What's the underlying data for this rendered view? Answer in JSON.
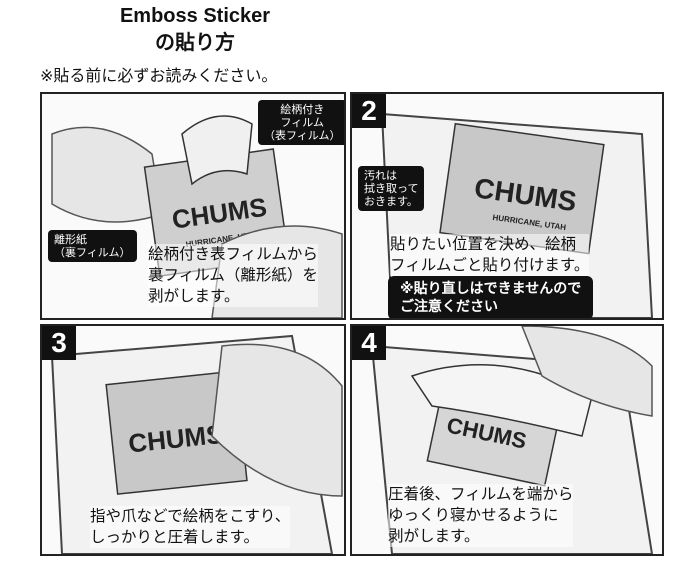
{
  "header": {
    "title": "Emboss Sticker",
    "subtitle": "の貼り方",
    "notice": "※貼る前に必ずお読みください。"
  },
  "colors": {
    "ink": "#111111",
    "panel_bg": "#fafafa",
    "sticker_gray": "#c8c8c8"
  },
  "steps": [
    {
      "number": "",
      "caption_lines": [
        "絵柄付き表フィルムから",
        "裏フィルム（離形紙）を",
        "剥がします。"
      ],
      "tags": [
        {
          "lines": [
            "絵柄付き",
            "フィルム",
            "（表フィルム）"
          ]
        },
        {
          "lines": [
            "離形紙",
            "（裏フィルム）"
          ]
        }
      ]
    },
    {
      "number": "2",
      "caption_lines": [
        "貼りたい位置を決め、絵柄",
        "フィルムごと貼り付けます。"
      ],
      "tags": [
        {
          "lines": [
            "汚れは",
            "拭き取って",
            "おきます。"
          ]
        }
      ],
      "warning_lines": [
        "※貼り直しはできませんので",
        "ご注意ください"
      ]
    },
    {
      "number": "3",
      "caption_lines": [
        "指や爪などで絵柄をこすり、",
        "しっかりと圧着します。"
      ]
    },
    {
      "number": "4",
      "caption_lines": [
        "圧着後、フィルムを端から",
        "ゆっくり寝かせるように",
        "剥がします。"
      ]
    }
  ],
  "sticker": {
    "logo": "CHUMS",
    "sub": "HURRICANE, UTAH"
  }
}
